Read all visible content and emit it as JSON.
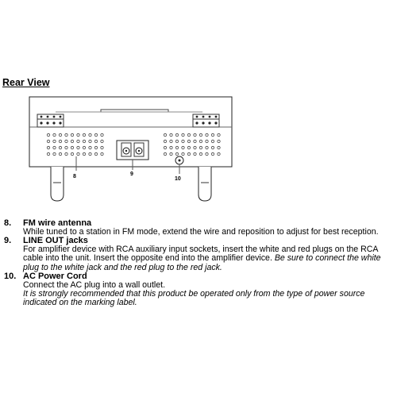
{
  "section_title": "Rear View",
  "diagram_labels": [
    "8",
    "9",
    "10"
  ],
  "items": [
    {
      "number": "8.",
      "title": "FM wire antenna",
      "text": "While tuned to a station in FM mode, extend the wire and reposition to adjust for best reception."
    },
    {
      "number": "9.",
      "title": "LINE OUT jacks",
      "text": "For amplifier device with RCA auxiliary input sockets, insert the white and red plugs on the RCA cable into the unit. Insert the opposite end into the amplifier device. ",
      "italic": "Be sure to connect the white plug to the white jack and the red plug to the red jack."
    },
    {
      "number": "10.",
      "title": "AC Power Cord",
      "text": "Connect the AC plug into a wall outlet.",
      "italic": "It is strongly recommended that this product be operated only from the type of power source indicated on the marking label."
    }
  ]
}
